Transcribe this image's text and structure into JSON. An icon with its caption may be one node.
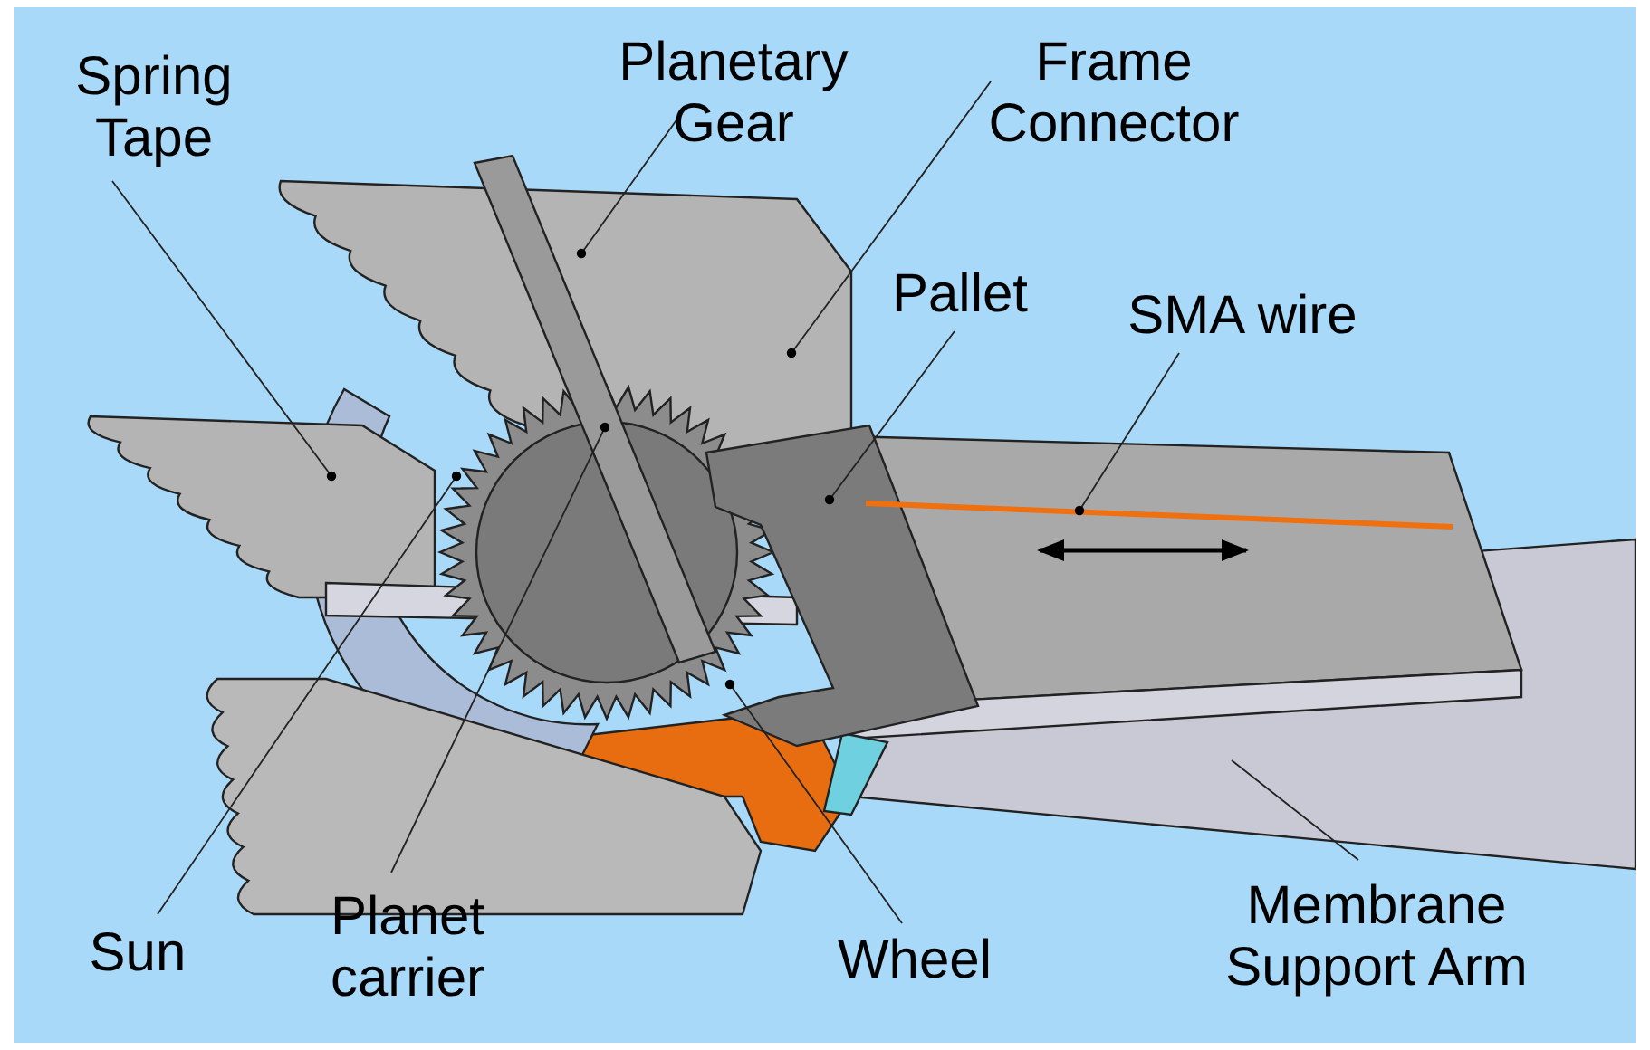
{
  "diagram": {
    "nodes": [
      {
        "text": [
          "Spring Tape"
        ]
      },
      {
        "text": [
          "Planetary Gear"
        ]
      },
      {
        "text": [
          "Frame Connector"
        ]
      },
      {
        "text": [
          "Pallet"
        ]
      },
      {
        "text": [
          "SMA wire"
        ]
      },
      {
        "text": [
          "Sun"
        ]
      },
      {
        "text": [
          "Planet carrier"
        ]
      },
      {
        "text": [
          "Wheel"
        ]
      },
      {
        "text": [
          "Membrane Support Arm"
        ]
      }
    ],
    "edges": [
      {
        "from": 0,
        "to": null,
        "arrow": "none"
      },
      {
        "from": 1,
        "to": null,
        "arrow": "none"
      },
      {
        "from": 2,
        "to": null,
        "arrow": "none"
      },
      {
        "from": 3,
        "to": null,
        "arrow": "none"
      },
      {
        "from": 4,
        "to": null,
        "arrow": "none"
      },
      {
        "from": 5,
        "to": null,
        "arrow": "none"
      },
      {
        "from": 6,
        "to": null,
        "arrow": "none"
      },
      {
        "from": 7,
        "to": null,
        "arrow": "none"
      },
      {
        "from": 8,
        "to": null,
        "arrow": "none"
      }
    ]
  }
}
